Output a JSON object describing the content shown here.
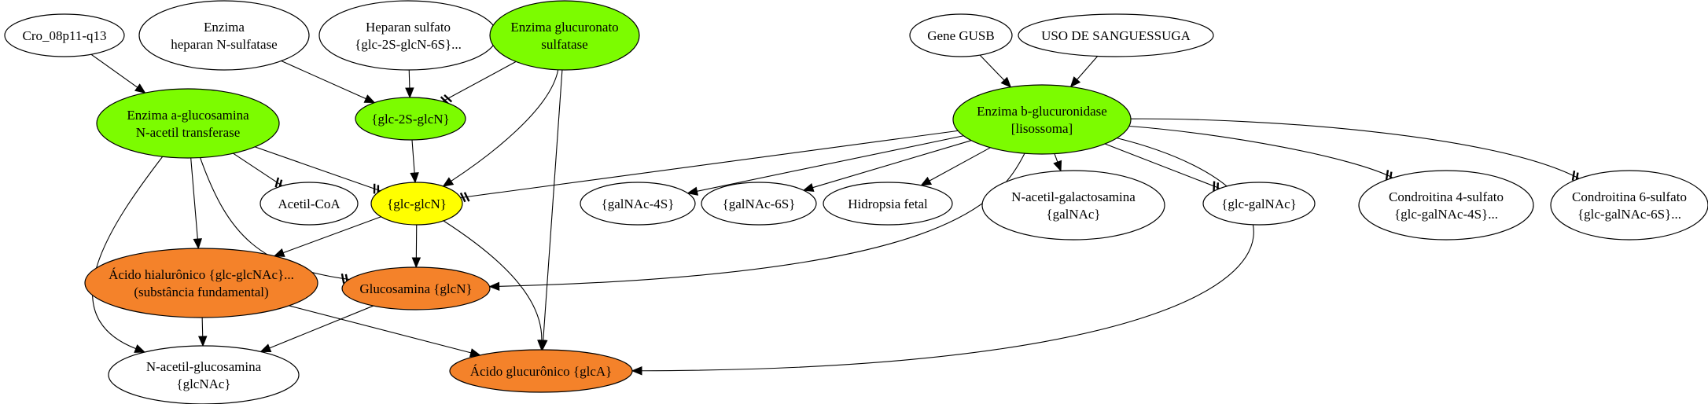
{
  "colors": {
    "green": "#7cfc00",
    "yellow": "#ffff00",
    "orange": "#f4822a",
    "white": "#ffffff"
  },
  "nodes": [
    {
      "id": "cro",
      "lines": [
        "Cro_08p11-q13"
      ],
      "fill": "white"
    },
    {
      "id": "hsulf",
      "lines": [
        "Enzima",
        "heparan N-sulfatase"
      ],
      "fill": "white"
    },
    {
      "id": "heparan",
      "lines": [
        "Heparan sulfato",
        "{glc-2S-glcN-6S}..."
      ],
      "fill": "white"
    },
    {
      "id": "gluc_sulf",
      "lines": [
        "Enzima glucuronato",
        "sulfatase"
      ],
      "fill": "green"
    },
    {
      "id": "gusb",
      "lines": [
        "Gene GUSB"
      ],
      "fill": "white"
    },
    {
      "id": "sangue",
      "lines": [
        "USO DE SANGUESSUGA"
      ],
      "fill": "white"
    },
    {
      "id": "aglc",
      "lines": [
        "Enzima a-glucosamina",
        "N-acetil transferase"
      ],
      "fill": "green"
    },
    {
      "id": "glc2s",
      "lines": [
        "{glc-2S-glcN}"
      ],
      "fill": "green"
    },
    {
      "id": "bglc",
      "lines": [
        "Enzima b-glucuronidase",
        "[lisossoma]"
      ],
      "fill": "green"
    },
    {
      "id": "acetilcoa",
      "lines": [
        "Acetil-CoA"
      ],
      "fill": "white"
    },
    {
      "id": "glcglcn",
      "lines": [
        "{glc-glcN}"
      ],
      "fill": "yellow"
    },
    {
      "id": "galnac4s",
      "lines": [
        "{galNAc-4S}"
      ],
      "fill": "white"
    },
    {
      "id": "galnac6s",
      "lines": [
        "{galNAc-6S}"
      ],
      "fill": "white"
    },
    {
      "id": "hidropsia",
      "lines": [
        "Hidropsia fetal"
      ],
      "fill": "white"
    },
    {
      "id": "nagal",
      "lines": [
        "N-acetil-galactosamina",
        "{galNAc}"
      ],
      "fill": "white"
    },
    {
      "id": "glcgalnac",
      "lines": [
        "{glc-galNAc}"
      ],
      "fill": "white"
    },
    {
      "id": "cond4",
      "lines": [
        "Condroitina 4-sulfato",
        "{glc-galNAc-4S}..."
      ],
      "fill": "white"
    },
    {
      "id": "cond6",
      "lines": [
        "Condroitina 6-sulfato",
        "{glc-galNAc-6S}..."
      ],
      "fill": "white"
    },
    {
      "id": "hialur",
      "lines": [
        "Ácido hialurônico {glc-glcNAc}...",
        "(substância fundamental)"
      ],
      "fill": "orange"
    },
    {
      "id": "glucosamina",
      "lines": [
        "Glucosamina {glcN}"
      ],
      "fill": "orange"
    },
    {
      "id": "nacglc",
      "lines": [
        "N-acetil-glucosamina",
        "{glcNAc}"
      ],
      "fill": "white"
    },
    {
      "id": "glcA",
      "lines": [
        "Ácido glucurônico {glcA}"
      ],
      "fill": "orange"
    }
  ],
  "edges": [
    {
      "from": "cro",
      "to": "aglc",
      "head": "arrow"
    },
    {
      "from": "hsulf",
      "to": "glc2s",
      "head": "arrow"
    },
    {
      "from": "heparan",
      "to": "glc2s",
      "head": "arrow"
    },
    {
      "from": "gluc_sulf",
      "to": "glc2s",
      "head": "tee"
    },
    {
      "from": "gluc_sulf",
      "to": "glcglcn",
      "head": "arrow"
    },
    {
      "from": "gluc_sulf",
      "to": "glcA",
      "head": "arrow"
    },
    {
      "from": "gusb",
      "to": "bglc",
      "head": "arrow"
    },
    {
      "from": "sangue",
      "to": "bglc",
      "head": "arrow"
    },
    {
      "from": "glc2s",
      "to": "glcglcn",
      "head": "arrow"
    },
    {
      "from": "aglc",
      "to": "acetilcoa",
      "head": "tee"
    },
    {
      "from": "aglc",
      "to": "glcglcn",
      "head": "tee"
    },
    {
      "from": "aglc",
      "to": "hialur",
      "head": "arrow"
    },
    {
      "from": "aglc",
      "to": "glucosamina",
      "head": "tee"
    },
    {
      "from": "aglc",
      "to": "nacglc",
      "head": "arrow"
    },
    {
      "from": "bglc",
      "to": "glcglcn",
      "head": "tee"
    },
    {
      "from": "bglc",
      "to": "galnac4s",
      "head": "arrow"
    },
    {
      "from": "bglc",
      "to": "galnac6s",
      "head": "arrow"
    },
    {
      "from": "bglc",
      "to": "hidropsia",
      "head": "arrow"
    },
    {
      "from": "bglc",
      "to": "nagal",
      "head": "arrow"
    },
    {
      "from": "bglc",
      "to": "glcgalnac",
      "head": "tee"
    },
    {
      "from": "bglc",
      "to": "cond4",
      "head": "tee"
    },
    {
      "from": "bglc",
      "to": "cond6",
      "head": "tee"
    },
    {
      "from": "bglc",
      "to": "glucosamina",
      "head": "arrow"
    },
    {
      "from": "bglc",
      "to": "glcA",
      "head": "arrow"
    },
    {
      "from": "glcglcn",
      "to": "hialur",
      "head": "arrow"
    },
    {
      "from": "glcglcn",
      "to": "glucosamina",
      "head": "arrow"
    },
    {
      "from": "glcglcn",
      "to": "glcA",
      "head": "arrow"
    },
    {
      "from": "hialur",
      "to": "nacglc",
      "head": "arrow"
    },
    {
      "from": "hialur",
      "to": "glcA",
      "head": "arrow"
    },
    {
      "from": "glucosamina",
      "to": "nacglc",
      "head": "arrow"
    }
  ]
}
